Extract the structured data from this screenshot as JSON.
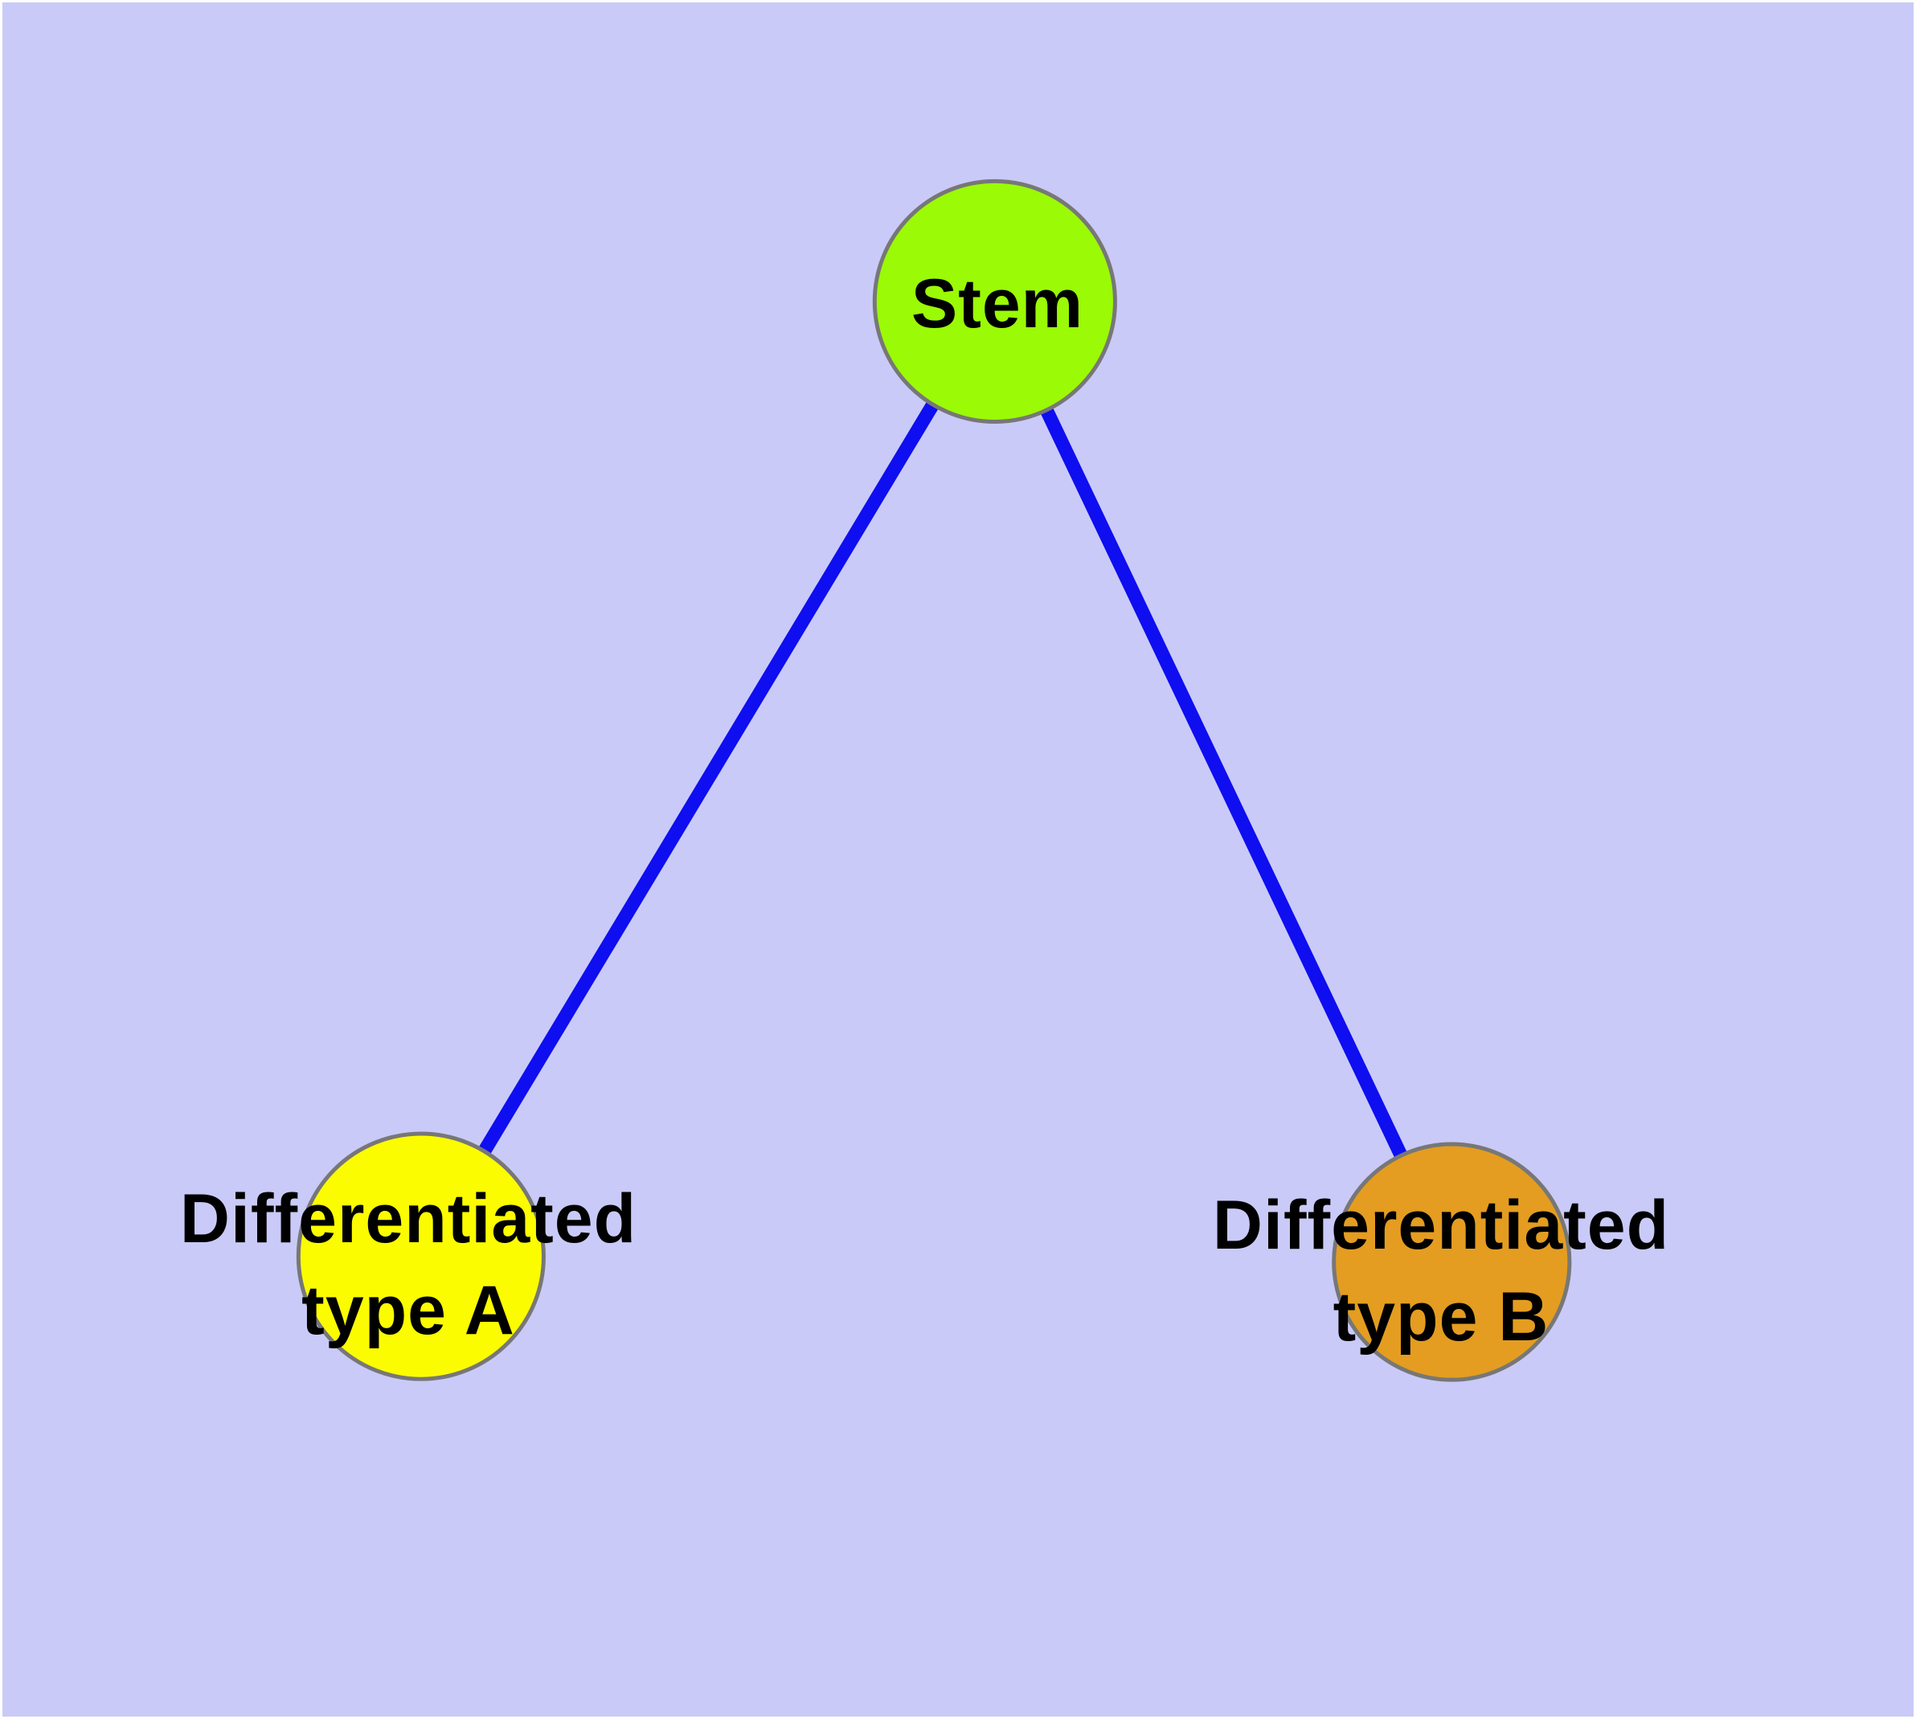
{
  "canvas": {
    "background_color": "#CACAF8",
    "frame_color": "#FFFFFF",
    "text_color": "#000000"
  },
  "graph": {
    "nodes": [
      {
        "id": "stem",
        "label": "Stem",
        "lines": [
          "Stem"
        ],
        "fill_color": "#9BFA05",
        "border_color": "#777777"
      },
      {
        "id": "differentiated-type-a",
        "label": "Differentiated type A",
        "lines": [
          "Differentiated",
          "type A"
        ],
        "fill_color": "#FCFC00",
        "border_color": "#777777"
      },
      {
        "id": "differentiated-type-b",
        "label": "Differentiated type B",
        "lines": [
          "Differentiated",
          "type B"
        ],
        "fill_color": "#E49D20",
        "border_color": "#777777"
      }
    ],
    "edges": [
      {
        "from": "Stem",
        "to": "Differentiated type A",
        "color": "#0E0EF0"
      },
      {
        "from": "Stem",
        "to": "Differentiated type B",
        "color": "#0E0EF0"
      }
    ]
  }
}
